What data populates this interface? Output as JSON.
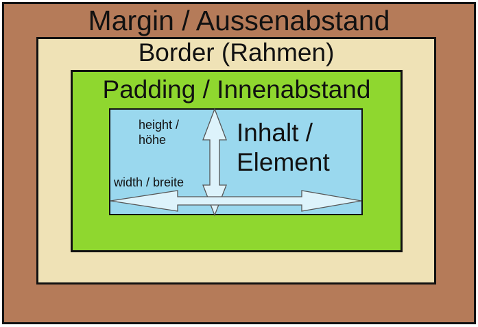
{
  "diagram": {
    "title": "CSS box model",
    "layers": {
      "margin": {
        "label": "Margin / Aussenabstand",
        "color": "#b57b59"
      },
      "border": {
        "label": "Border (Rahmen)",
        "color": "#efe2b6"
      },
      "padding": {
        "label": "Padding / Innenabstand",
        "color": "#8fd72f"
      },
      "content": {
        "label": "Inhalt /\nElement",
        "color": "#9ad8ee"
      }
    },
    "dimensions": {
      "height_label": "height /\nhöhe",
      "width_label": "width / breite"
    },
    "arrow_fill": "#ddf3fb"
  }
}
